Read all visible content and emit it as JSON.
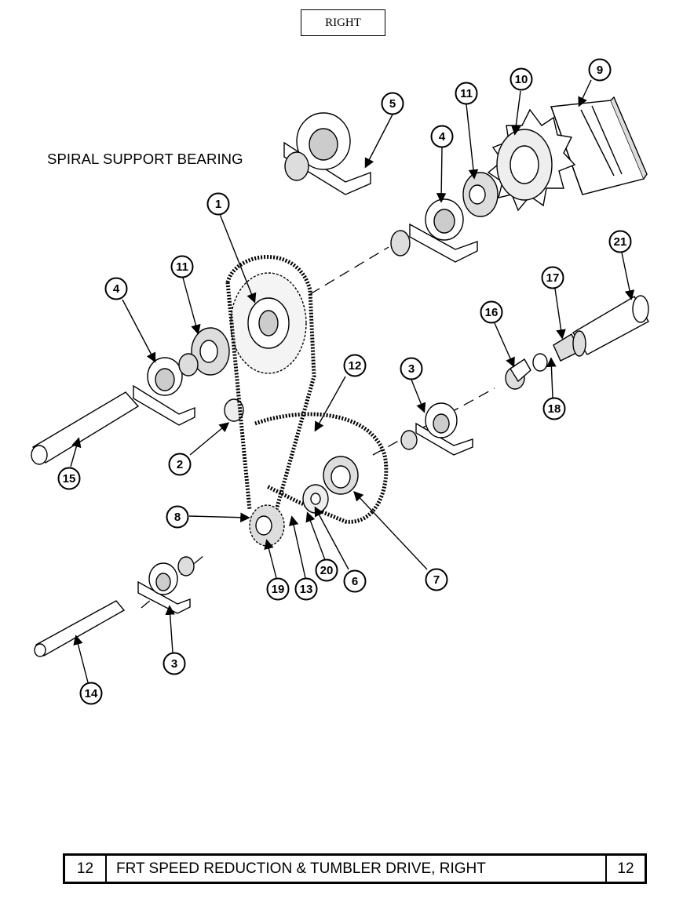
{
  "side_label": "RIGHT",
  "section_label": "SPIRAL SUPPORT BEARING",
  "footer": {
    "page_left": "12",
    "title": "FRT SPEED REDUCTION & TUMBLER DRIVE, RIGHT",
    "page_right": "12"
  },
  "callouts": [
    "1",
    "2",
    "3",
    "3",
    "4",
    "4",
    "5",
    "6",
    "7",
    "8",
    "9",
    "10",
    "11",
    "11",
    "12",
    "13",
    "14",
    "15",
    "16",
    "17",
    "18",
    "19",
    "20",
    "21"
  ]
}
